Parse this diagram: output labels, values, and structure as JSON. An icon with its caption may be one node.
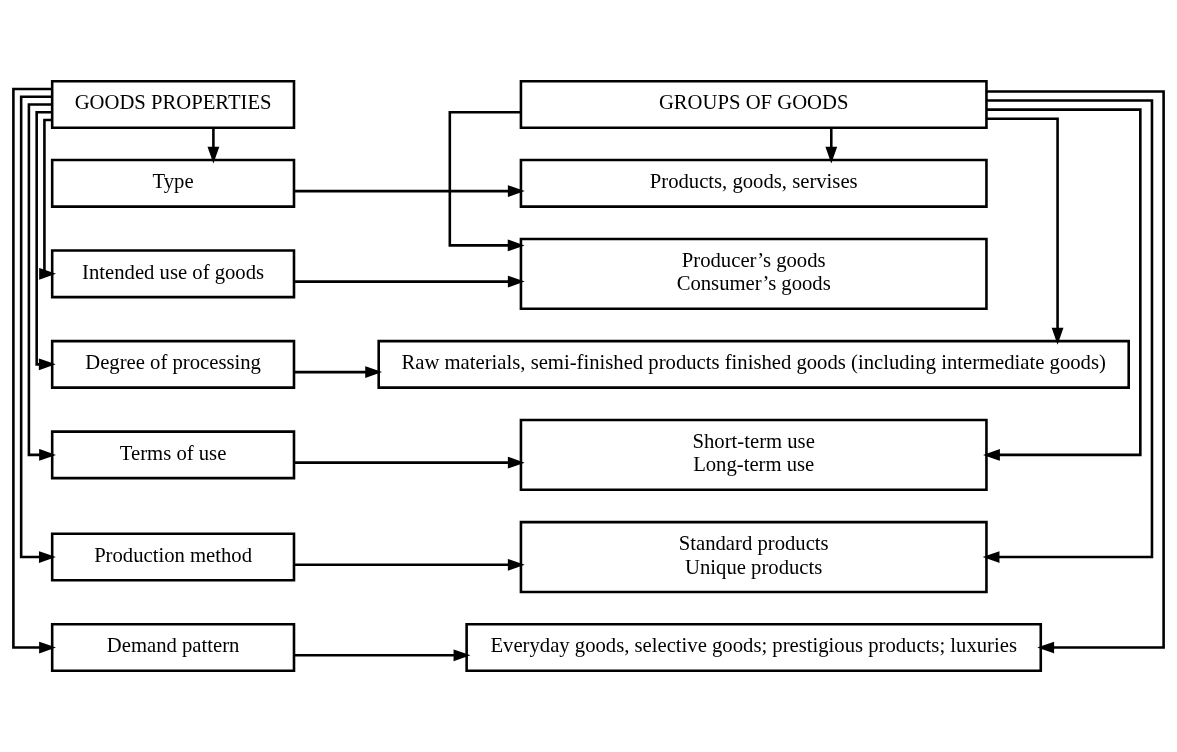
{
  "diagram": {
    "nodes": [
      {
        "text": [
          "GOODS PROPERTIES"
        ]
      },
      {
        "text": [
          "GROUPS OF GOODS"
        ]
      },
      {
        "text": [
          "Type"
        ]
      },
      {
        "text": [
          "Products, goods, servises"
        ]
      },
      {
        "text": [
          "Intended use of goods"
        ]
      },
      {
        "text": [
          "Producer’s goods",
          "Consumer’s goods"
        ]
      },
      {
        "text": [
          "Degree of processing"
        ]
      },
      {
        "text": [
          "Raw materials, semi-finished products finished goods (including intermediate goods)"
        ]
      },
      {
        "text": [
          "Terms of use"
        ]
      },
      {
        "text": [
          "Short-term use",
          "Long-term use"
        ]
      },
      {
        "text": [
          "Production method"
        ]
      },
      {
        "text": [
          "Standard products",
          "Unique products"
        ]
      },
      {
        "text": [
          "Demand pattern"
        ]
      },
      {
        "text": [
          "Everyday goods, selective goods; prestigious products; luxuries"
        ]
      }
    ],
    "edges": [
      {
        "from": 0,
        "to": 2,
        "arrow": "to"
      },
      {
        "from": 0,
        "to": 4,
        "arrow": "to"
      },
      {
        "from": 0,
        "to": 6,
        "arrow": "to"
      },
      {
        "from": 0,
        "to": 8,
        "arrow": "to"
      },
      {
        "from": 0,
        "to": 10,
        "arrow": "to"
      },
      {
        "from": 0,
        "to": 12,
        "arrow": "to"
      },
      {
        "from": 2,
        "to": 3,
        "arrow": "to"
      },
      {
        "from": 4,
        "to": 5,
        "arrow": "to"
      },
      {
        "from": 6,
        "to": 7,
        "arrow": "to"
      },
      {
        "from": 8,
        "to": 9,
        "arrow": "to"
      },
      {
        "from": 10,
        "to": 11,
        "arrow": "to"
      },
      {
        "from": 12,
        "to": 13,
        "arrow": "to"
      },
      {
        "from": 1,
        "to": 3,
        "arrow": "to"
      },
      {
        "from": 1,
        "to": 5,
        "arrow": "to"
      },
      {
        "from": 1,
        "to": 7,
        "arrow": "to"
      },
      {
        "from": 1,
        "to": 9,
        "arrow": "to"
      },
      {
        "from": 1,
        "to": 11,
        "arrow": "to"
      },
      {
        "from": 1,
        "to": 13,
        "arrow": "to"
      }
    ]
  }
}
